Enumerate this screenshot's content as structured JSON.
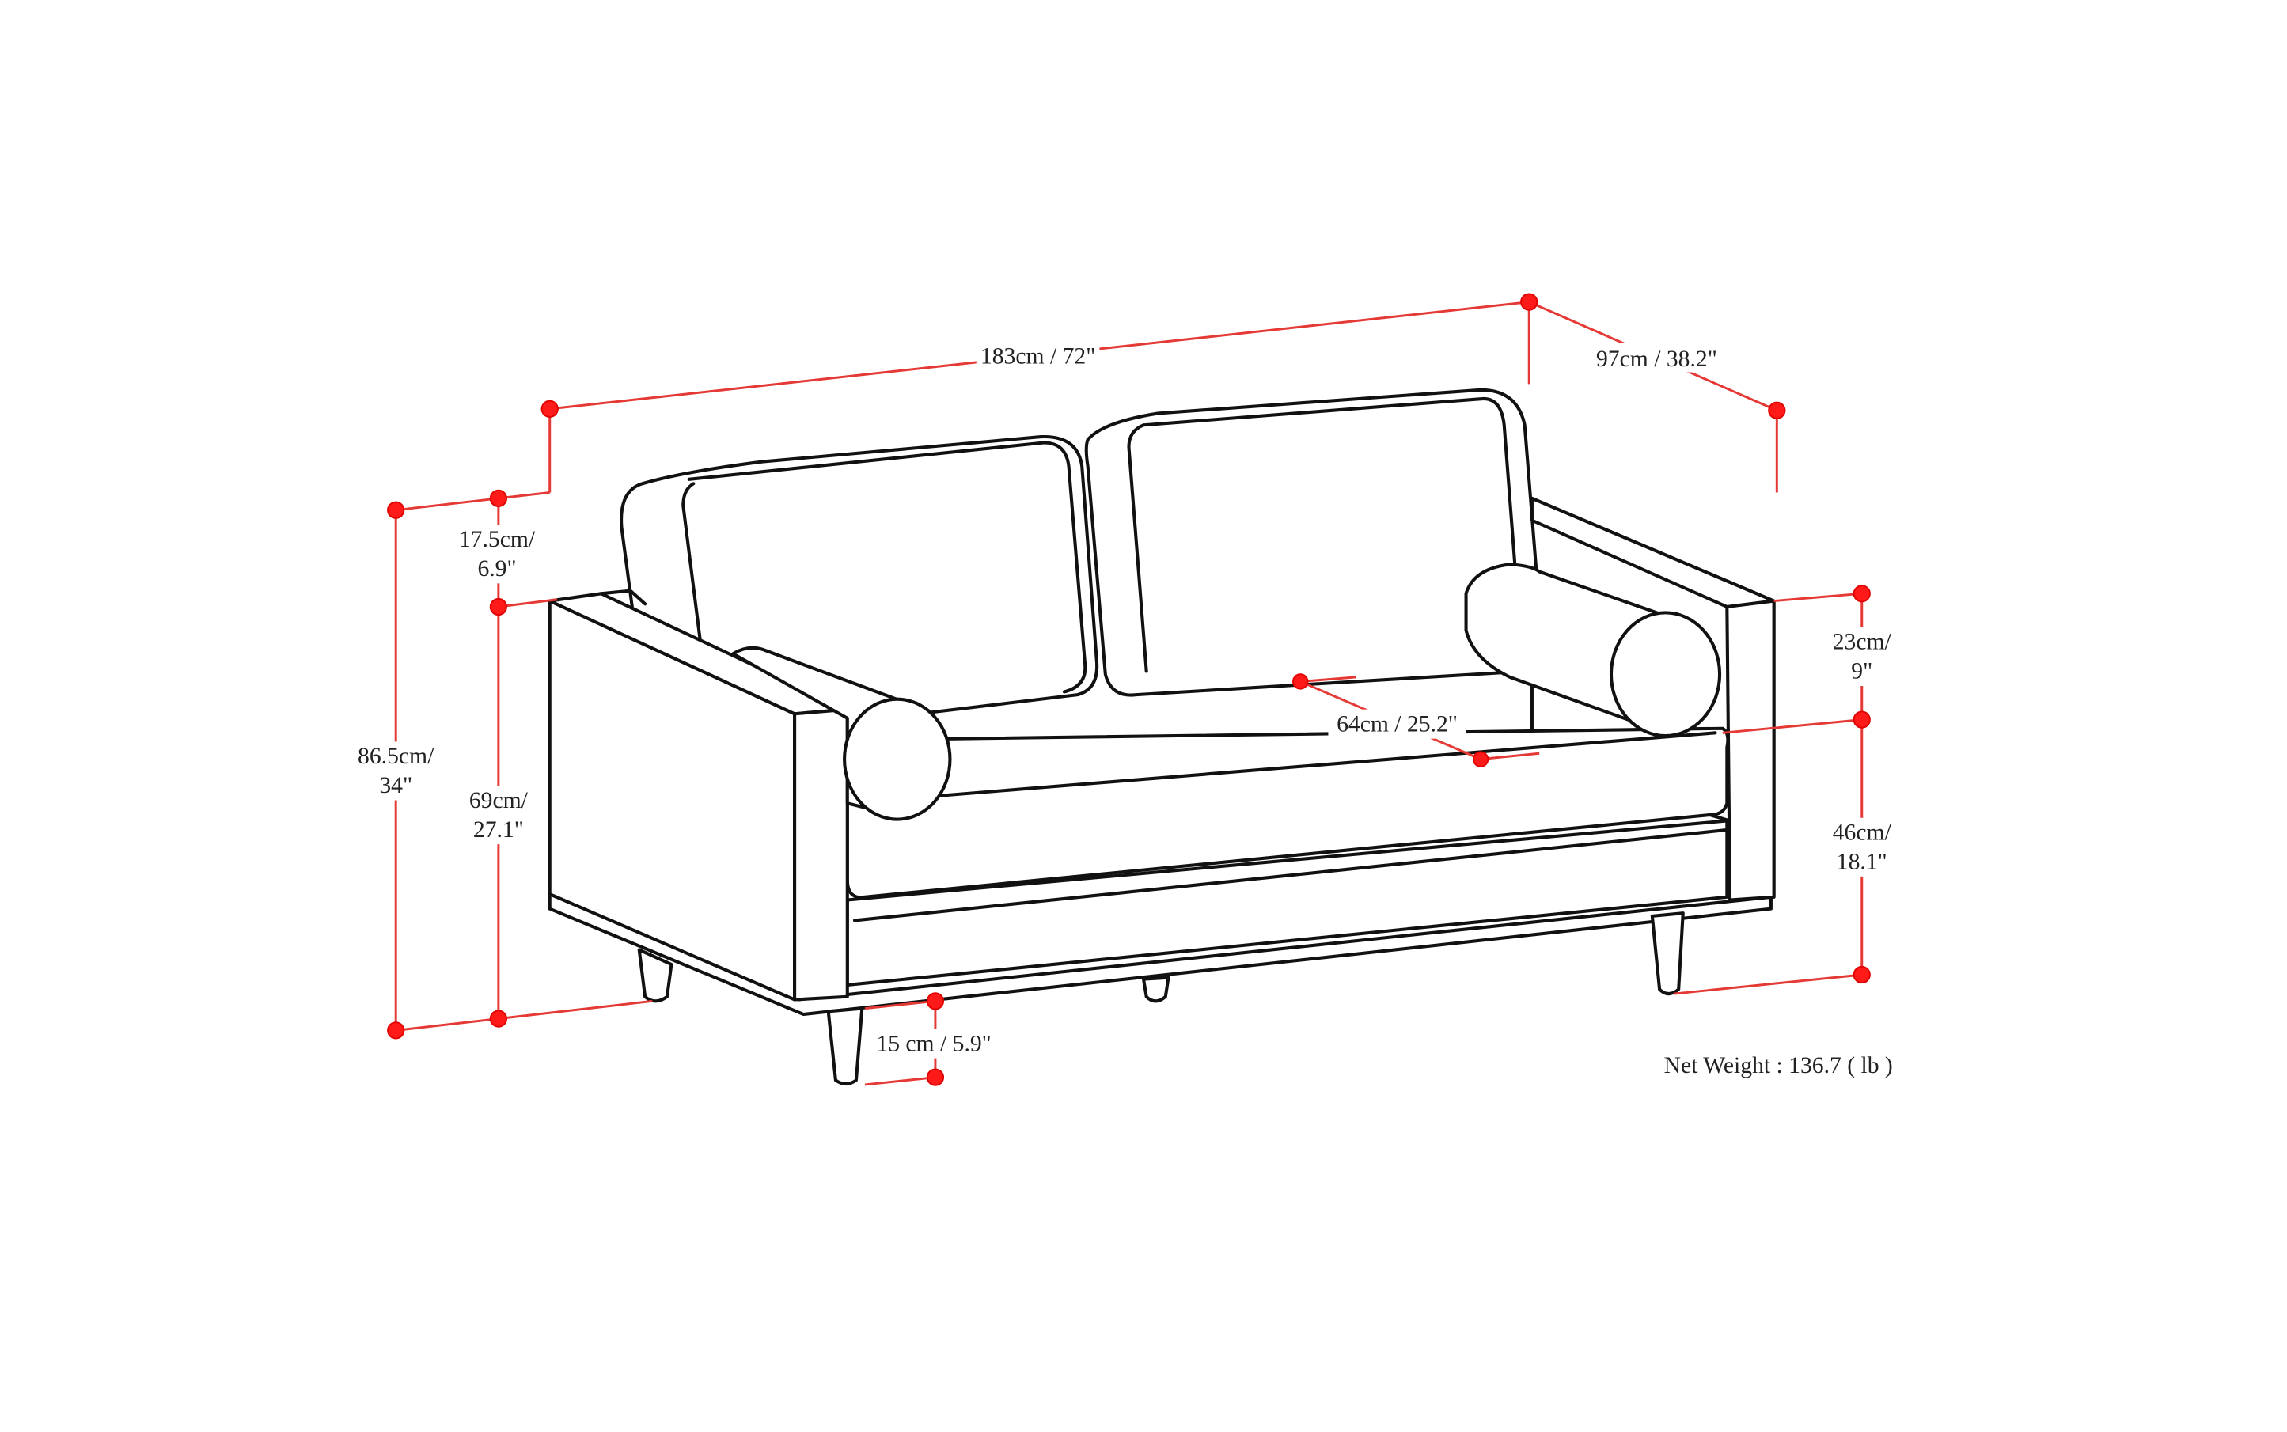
{
  "diagram": {
    "subject": "Sofa dimension drawing",
    "colors": {
      "dimension_line": "#e53935",
      "dimension_dot": "#ff1a1a",
      "outline": "#111111",
      "background": "#ffffff"
    },
    "dimensions": {
      "width": {
        "label": "183cm / 72\""
      },
      "depth": {
        "label": "97cm / 38.2\""
      },
      "back_above_arm": {
        "line1": "17.5cm/",
        "line2": "6.9\""
      },
      "overall_height": {
        "line1": "86.5cm/",
        "line2": "34\""
      },
      "arm_height": {
        "line1": "69cm/",
        "line2": "27.1\""
      },
      "arm_above_seat": {
        "line1": "23cm/",
        "line2": "9\""
      },
      "seat_height": {
        "line1": "46cm/",
        "line2": "18.1\""
      },
      "seat_depth": {
        "label": "64cm / 25.2\""
      },
      "leg_height": {
        "label": "15 cm / 5.9\""
      }
    },
    "net_weight": {
      "label": "Net Weight : 136.7 ( lb )"
    }
  }
}
